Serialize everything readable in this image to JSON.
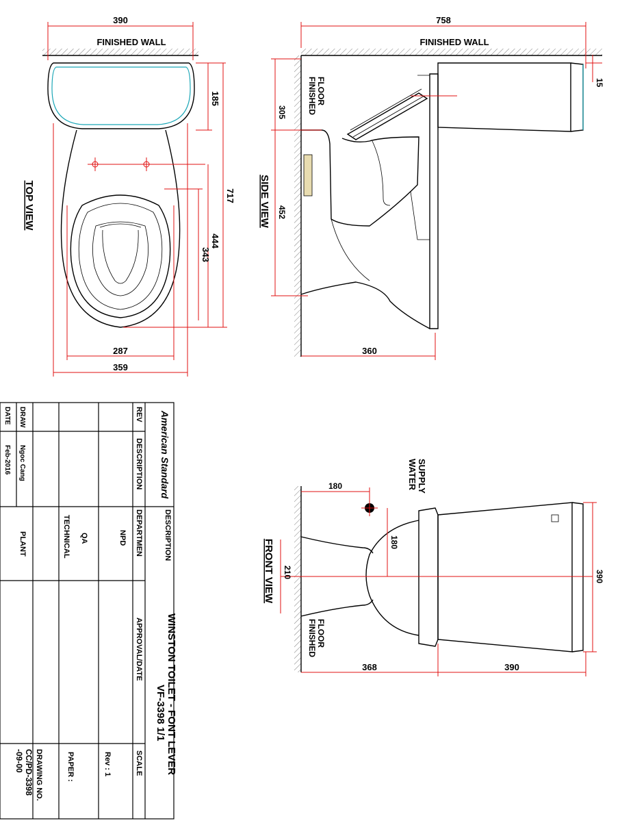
{
  "top_view": {
    "title": "TOP VIEW",
    "wall_label": "FINISHED WALL",
    "dims": {
      "width_overall": "390",
      "tank_depth": "185",
      "depth_overall": "717",
      "bowl_len": "444",
      "seat_len": "343",
      "seat_width": "287",
      "bowl_width": "359"
    }
  },
  "side_view": {
    "title": "SIDE VIEW",
    "wall_label": "FINISHED WALL",
    "floor_label": [
      "FINISHED",
      "FLOOR"
    ],
    "dims": {
      "length_overall": "758",
      "lid_gap": "15",
      "outlet_height": "305",
      "base_depth": "452",
      "height": "360"
    }
  },
  "front_view": {
    "title": "FRONT VIEW",
    "supply_label": [
      "WATER",
      "SUPPLY"
    ],
    "floor_label": [
      "FINISHED",
      "FLOOR"
    ],
    "dims": {
      "supply_offset": "180",
      "supply_height": "180",
      "center_line": "210",
      "tank_width": "390",
      "pedestal_height": "368",
      "tank_height": "390"
    }
  },
  "title_block": {
    "brand": "American Standard",
    "description_header": "DESCRIPTION",
    "title_line1": "WINSTON TOILET - FONT LEVER",
    "title_line2": "VF-3398  1/1",
    "rev_header": "REV",
    "rev_desc_header": "DESCRIPTION",
    "department_header": "DEPARTMEN",
    "approval_header": "APPROVAL/DATE",
    "scale_header": "SCALE",
    "departments": [
      "NPD",
      "QA",
      "TECHNICAL",
      "PLANT"
    ],
    "rev_value": "Rev : 1",
    "paper_label": "PAPER :",
    "drawing_no_label": "DRAWING NO.",
    "drawing_no": [
      "CC/PD-3398",
      "-09-00"
    ],
    "draw_label": "DRAW",
    "draw_value": "Ngoc Cang",
    "date_label": "DATE",
    "date_value": "Feb-2016"
  }
}
